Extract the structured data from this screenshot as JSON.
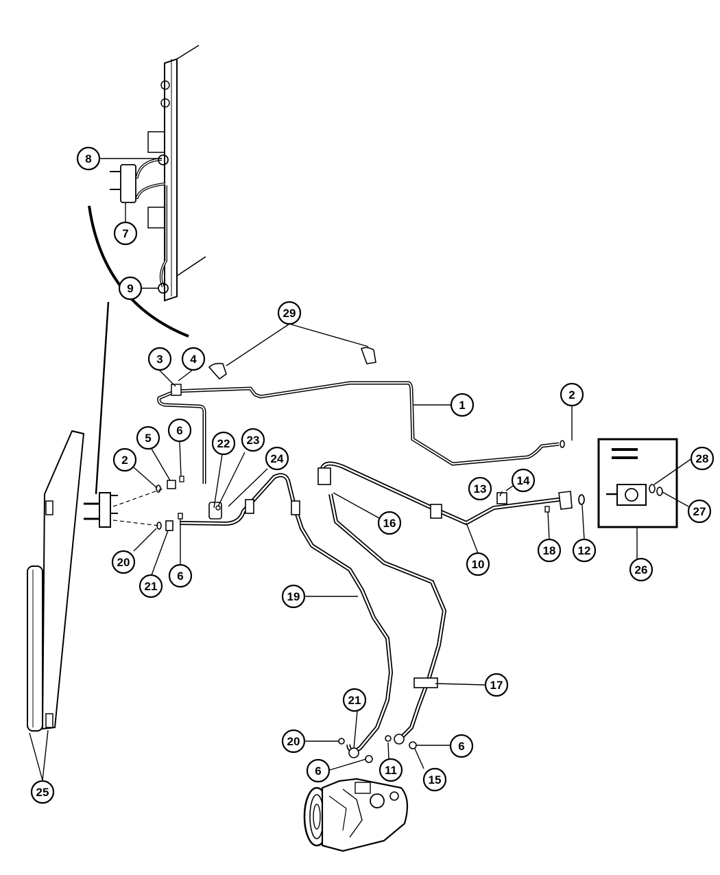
{
  "callouts": {
    "c1": "1",
    "c2a": "2",
    "c2b": "2",
    "c3": "3",
    "c4": "4",
    "c5": "5",
    "c6a": "6",
    "c6b": "6",
    "c6c": "6",
    "c6d": "6",
    "c7": "7",
    "c8": "8",
    "c9": "9",
    "c10": "10",
    "c11": "11",
    "c12": "12",
    "c13": "13",
    "c14": "14",
    "c15": "15",
    "c16": "16",
    "c17": "17",
    "c18": "18",
    "c19": "19",
    "c20a": "20",
    "c20b": "20",
    "c21a": "21",
    "c21b": "21",
    "c22": "22",
    "c23": "23",
    "c24": "24",
    "c25": "25",
    "c26": "26",
    "c27": "27",
    "c28": "28",
    "c29": "29"
  },
  "style": {
    "line_color": "#000000",
    "background": "#ffffff"
  }
}
